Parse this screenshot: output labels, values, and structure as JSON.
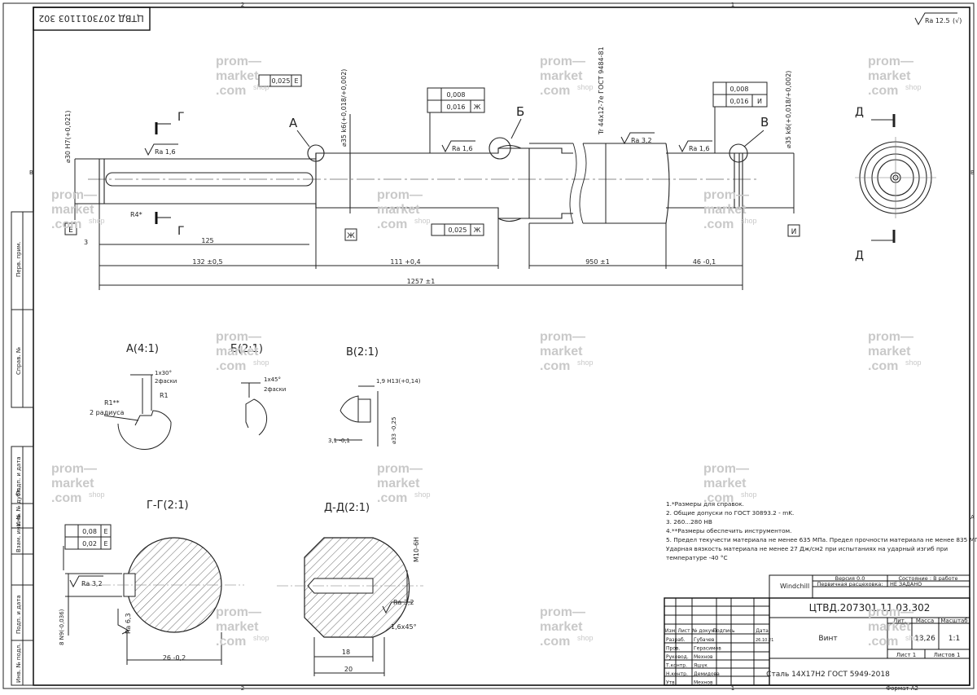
{
  "drawing": {
    "number": "ЦТВД.207301.11.03.302",
    "number_inverted": "ЦТВД 2073011103 302",
    "name": "Винт",
    "material": "Сталь 14Х17Н2 ГОСТ 5949-2018",
    "mass": "13,26",
    "scale": "1:1",
    "sheet_label": "Лист 1",
    "sheets_label": "Листов 1",
    "format": "Формат A2",
    "roughness_general": "Ra 12.5",
    "zone_top_left": "2",
    "zone_top_right": "1",
    "zone_side": "B",
    "zone_side_right": "A"
  },
  "title_block": {
    "system": "Windchill",
    "version": "Версия 0.0",
    "state": "Состояние : В работе",
    "primary_label": "Первичная расцеховка:",
    "primary_value": "НЕ ЗАДАНО",
    "headers": [
      "Изм",
      "Лист",
      "№ докум.",
      "Подпись",
      "Дата"
    ],
    "lit": "Лит.",
    "mass_h": "Масса",
    "scale_h": "Масштаб",
    "roles": [
      {
        "role": "Разраб.",
        "name": "Губачев",
        "date": "26.10.21"
      },
      {
        "role": "Пров.",
        "name": "Герасимов",
        "date": ""
      },
      {
        "role": "Руковод.",
        "name": "Мехнов",
        "date": ""
      },
      {
        "role": "Т.контр.",
        "name": "Яшук",
        "date": ""
      },
      {
        "role": "Н.контр.",
        "name": "Демидова",
        "date": ""
      },
      {
        "role": "Утв.",
        "name": "Мехнов",
        "date": ""
      }
    ]
  },
  "side_labels": [
    "Перв. прим.",
    "Справ. №",
    "Подп. и дата",
    "Инв. № дубл.",
    "Взам. инв. №",
    "Подп. и дата",
    "Инв. № подл."
  ],
  "notes": [
    "1.*Размеры для справок.",
    "2. Общие допуски по ГОСТ 30893.2 - mK.",
    "3. 260...280 HB",
    "4.**Размеры обеспечить инструментом.",
    "5. Предел текучести материала не менее 635 МПа. Предел прочности материала не менее 835 МПа.",
    "Ударная вязкость материала не менее 27 Дж/см2 при испытаниях на ударный изгиб при",
    "температуре -40 °С"
  ],
  "views": {
    "a": "А(4:1)",
    "b": "Б(2:1)",
    "v": "В(2:1)",
    "gg": "Г-Г(2:1)",
    "dd": "Д-Д(2:1)"
  },
  "main_dims": {
    "overall": "1257 ±1",
    "d132": "132 ±0,5",
    "d125": "125",
    "d3": "3",
    "d111": "111 +0,4",
    "d950": "950 ±1",
    "d46": "46 -0,1",
    "dia30": "⌀30 H7(+0,021)",
    "dia35a": "⌀35 k6(+0,018/+0,002)",
    "dia35b": "⌀35 k6(+0,018/+0,002)",
    "thread": "Tr 44x12-7e ГОСТ 9484-81",
    "r4": "R4*",
    "ra16a": "Ra 1,6",
    "ra16b": "Ra 1,6",
    "ra16c": "Ra 1,6",
    "ra32": "Ra 3,2",
    "tol_e": "0,025",
    "datum_e": "E",
    "tol_zh1": "0,008",
    "tol_zh2": "0,016",
    "datum_zh": "Ж",
    "tol_i1": "0,008",
    "tol_i2": "0,016",
    "datum_i": "И",
    "tol_bot": "0,025",
    "lbl_a": "А",
    "lbl_b": "Б",
    "lbl_v": "В",
    "lbl_g": "Г",
    "lbl_d": "Д"
  },
  "detail_dims": {
    "a_chamfer": "1x30°",
    "a_chamfer2": "2фаски",
    "a_r1": "R1",
    "a_r1s": "R1**",
    "a_rad2": "2 радиуса",
    "b_chamfer": "1x45°",
    "b_chamfer2": "2фаски",
    "v_w": "1,9 H13(+0,14)",
    "v_d": "⌀33 -0,25",
    "v_3": "3,1 -0,1",
    "gg_tol1": "0,08",
    "gg_tol2": "0,02",
    "gg_datum": "E",
    "gg_ra32": "Ra 3,2",
    "gg_ra63": "Ra 6,3",
    "gg_w": "8 N9(-0,036)",
    "gg_26": "26 -0,2",
    "dd_thread": "M10-6H",
    "dd_ch": "1,6x45°",
    "dd_18": "18",
    "dd_20": "20",
    "dd_ra32": "Ra 3,2"
  },
  "watermark": {
    "line1": "prom—",
    "line2": "market",
    "line3": ".com",
    "suffix": "shop"
  }
}
